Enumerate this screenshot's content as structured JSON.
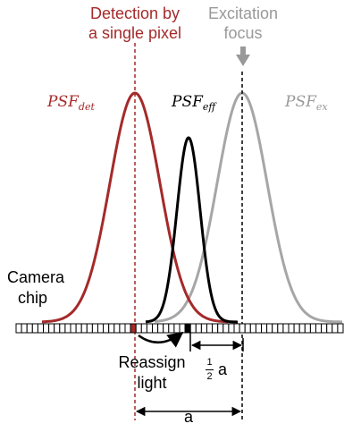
{
  "header": {
    "detection_line1": "Detection by",
    "detection_line2": "a single pixel",
    "excitation_line1": "Excitation",
    "excitation_line2": "focus"
  },
  "psf_labels": {
    "det_main": "PSF",
    "det_sub": "det",
    "eff_main": "PSF",
    "eff_sub": "eff",
    "ex_main": "PSF",
    "ex_sub": "ex"
  },
  "camera": {
    "line1": "Camera",
    "line2": "chip"
  },
  "reassign": {
    "line1": "Reassign",
    "line2": "light"
  },
  "distances": {
    "half_num": "1",
    "half_den": "2",
    "half_var": "a",
    "full": "a"
  },
  "colors": {
    "detection": "#a52a2a",
    "excitation": "#999999",
    "effective": "#000000"
  }
}
